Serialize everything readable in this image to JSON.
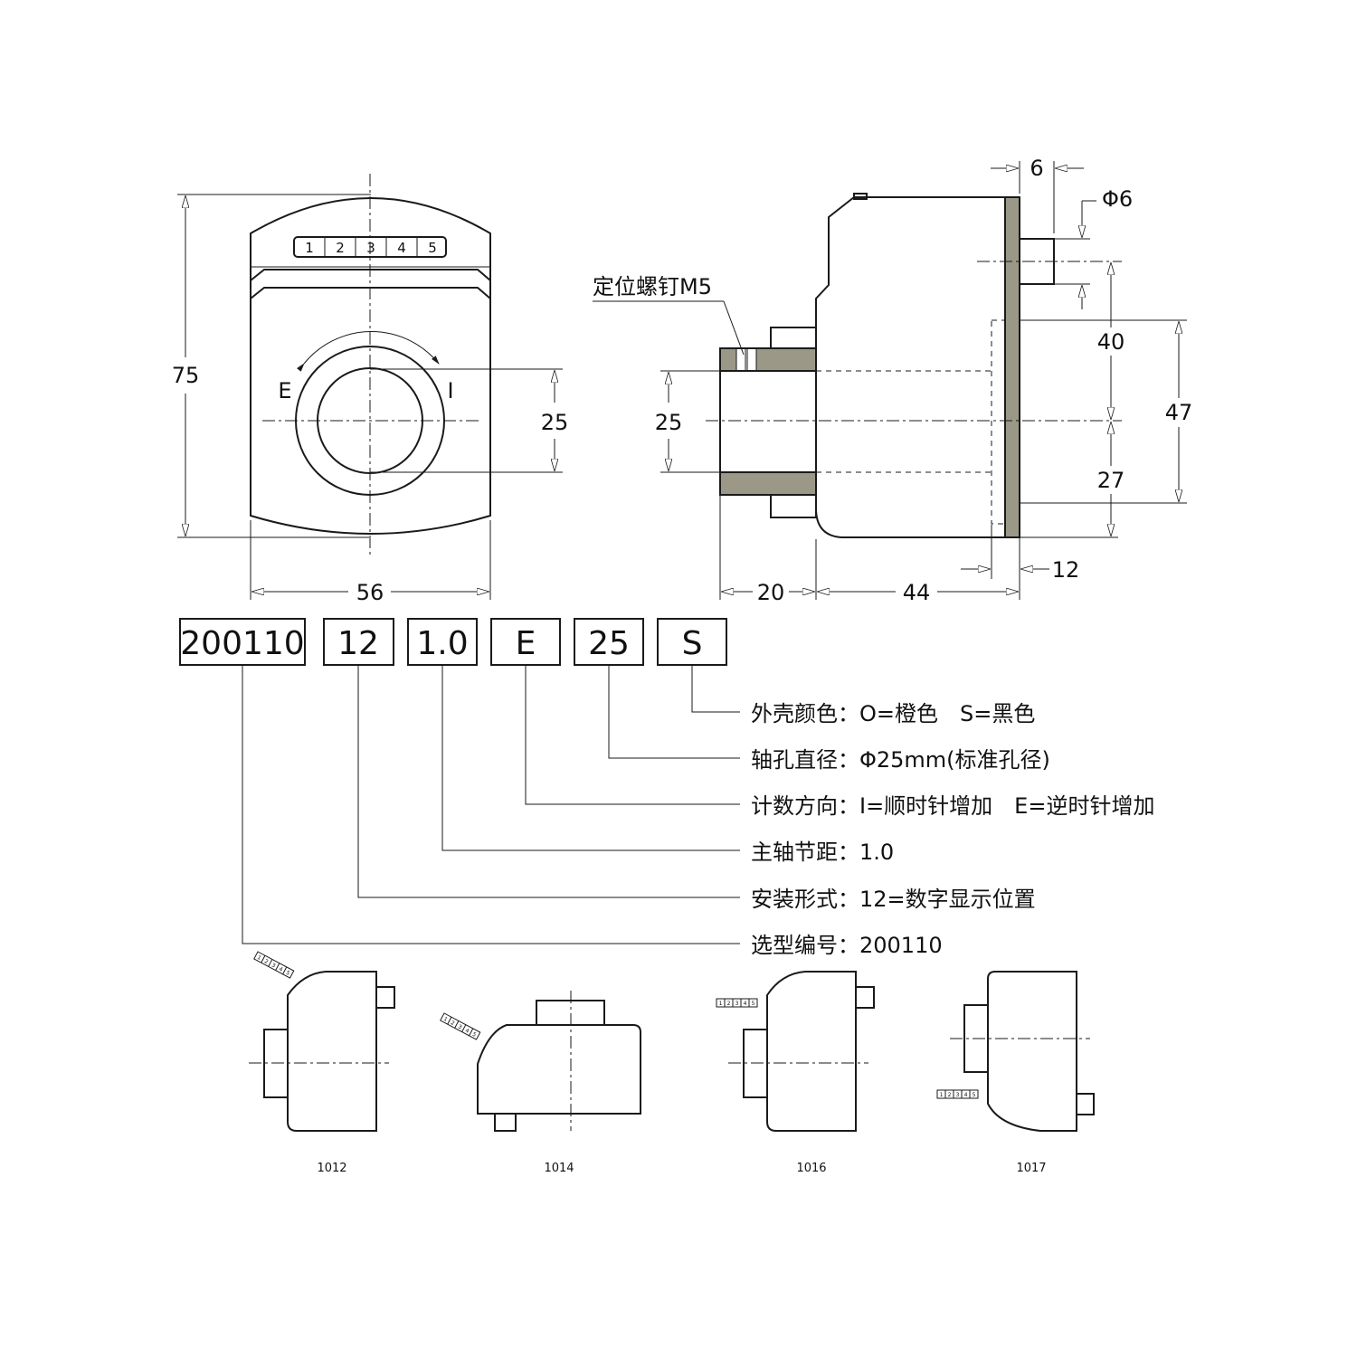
{
  "front_view": {
    "counter_digits": [
      "1",
      "2",
      "3",
      "4",
      "5"
    ],
    "dir_left": "E",
    "dir_right": "I",
    "dim_height": "75",
    "dim_width": "56",
    "dim_bore": "25"
  },
  "side_view": {
    "screw_label": "定位螺钉M5",
    "dim_top": "6",
    "dim_pin_dia": "Φ6",
    "dim_bore": "25",
    "dim_40": "40",
    "dim_47": "47",
    "dim_27": "27",
    "dim_12": "12",
    "dim_20": "20",
    "dim_44": "44"
  },
  "model_code": {
    "parts": [
      "200110",
      "12",
      "1.0",
      "E",
      "25",
      "S"
    ],
    "legend": [
      "外壳颜色：O=橙色　S=黑色",
      "轴孔直径：Φ25mm(标准孔径)",
      "计数方向：I=顺时针增加　E=逆时针增加",
      "主轴节距：1.0",
      "安装形式：12=数字显示位置",
      "选型编号：200110"
    ]
  },
  "mount_variants": {
    "captions": [
      "1012",
      "1014",
      "1016",
      "1017"
    ],
    "mini_digits": [
      "1",
      "2",
      "3",
      "4",
      "5"
    ]
  },
  "colors": {
    "line": "#1a1a1a",
    "shaded": "#9b9888"
  }
}
